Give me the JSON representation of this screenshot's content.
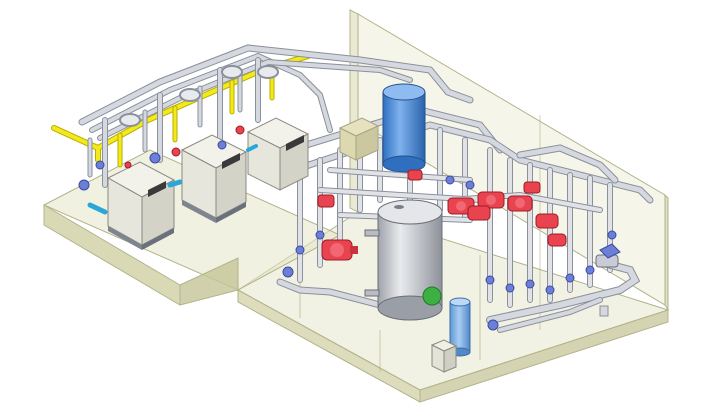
{
  "scene": {
    "kind": "isometric-plant-room",
    "colors": {
      "background": "#ffffff",
      "room_fill": "#d9d9b0",
      "room_edge": "#b3b38a",
      "pipe": "#c9cdd6",
      "pipe_edge": "#8a909c",
      "gas_pipe": "#f3ea1c",
      "gas_edge": "#b8ad00",
      "pump_red": "#e8434f",
      "valve_blue": "#6b7fd6",
      "tank_blue": "#4f8fdc",
      "tank_grey": "#c9ccd1",
      "status_green": "#3cb043",
      "boiler_body": "#e6e6dc",
      "boiler_panel": "#3a3a3a"
    },
    "components": [
      {
        "name": "boiler",
        "count": 4
      },
      {
        "name": "expansion-vessel-blue",
        "count": 1
      },
      {
        "name": "buffer-tank",
        "count": 1
      },
      {
        "name": "small-expansion-vessel",
        "count": 1
      },
      {
        "name": "circulation-pump",
        "count": 10
      },
      {
        "name": "gas-line",
        "count": 1
      }
    ]
  }
}
